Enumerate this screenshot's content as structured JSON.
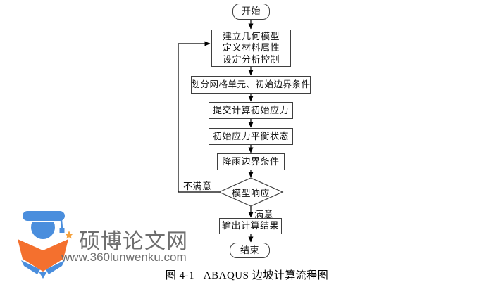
{
  "flow": {
    "nodes": [
      {
        "id": "start",
        "shape": "terminator",
        "label": "开始"
      },
      {
        "id": "setup",
        "shape": "process",
        "lines": [
          "建立几何模型",
          "定义材料属性",
          "设定分析控制"
        ]
      },
      {
        "id": "mesh",
        "shape": "process",
        "label": "划分网格单元、初始边界条件"
      },
      {
        "id": "submit",
        "shape": "process",
        "label": "提交计算初始应力"
      },
      {
        "id": "balance",
        "shape": "process",
        "label": "初始应力平衡状态"
      },
      {
        "id": "rain",
        "shape": "process",
        "label": "降雨边界条件"
      },
      {
        "id": "response",
        "shape": "decision",
        "label": "模型响应"
      },
      {
        "id": "output",
        "shape": "process",
        "label": "输出计算结果"
      },
      {
        "id": "end",
        "shape": "terminator",
        "label": "结束"
      }
    ],
    "branch_labels": {
      "unsatisfied": "不满意",
      "satisfied": "满意"
    },
    "edges": [
      "start→setup",
      "setup→mesh",
      "mesh→submit",
      "submit→balance",
      "balance→rain",
      "rain→response",
      "response→output(满意)",
      "response→setup(不满意)",
      "output→end"
    ]
  },
  "caption": "图 4-1   ABAQUS 边坡计算流程图",
  "watermark": {
    "site_name": "硕博论文网",
    "site_url": "www.360lunwenku.com",
    "colors": {
      "blue": "#4a8edd",
      "orange": "#f4702e",
      "star": "#f5a13d",
      "text_gray": "#6e6e6e"
    }
  }
}
